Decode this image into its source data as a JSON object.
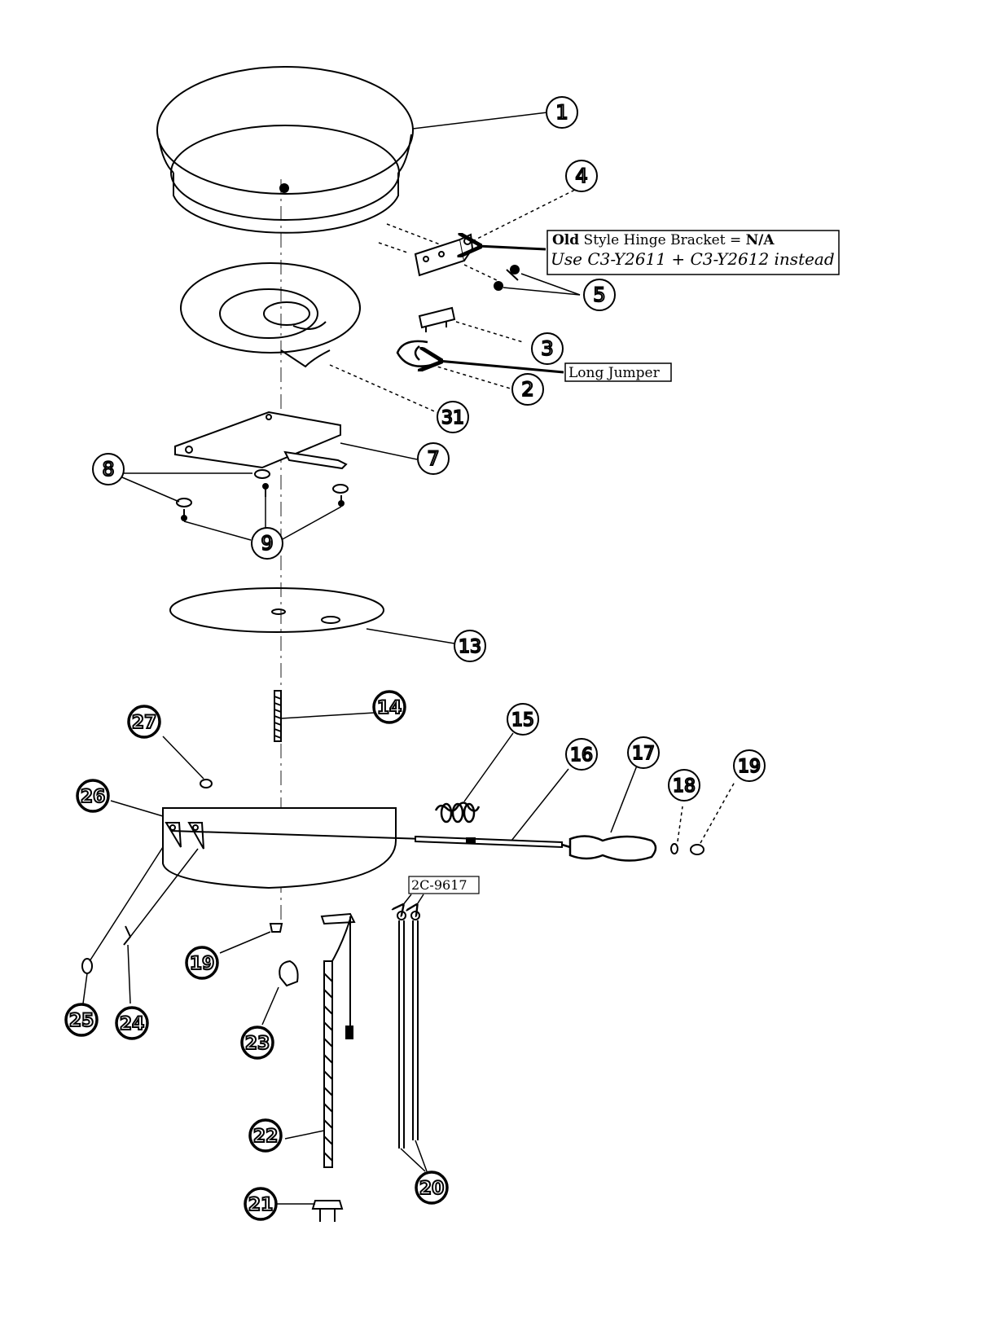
{
  "callouts": [
    {
      "id": "p1",
      "label": "1"
    },
    {
      "id": "p4",
      "label": "4"
    },
    {
      "id": "p5",
      "label": "5"
    },
    {
      "id": "p3",
      "label": "3"
    },
    {
      "id": "p2",
      "label": "2"
    },
    {
      "id": "p31",
      "label": "31"
    },
    {
      "id": "p7",
      "label": "7"
    },
    {
      "id": "p8",
      "label": "8"
    },
    {
      "id": "p9",
      "label": "9"
    },
    {
      "id": "p13",
      "label": "13"
    },
    {
      "id": "p14",
      "label": "14"
    },
    {
      "id": "p27",
      "label": "27"
    },
    {
      "id": "p26",
      "label": "26"
    },
    {
      "id": "p15",
      "label": "15"
    },
    {
      "id": "p16",
      "label": "16"
    },
    {
      "id": "p17",
      "label": "17"
    },
    {
      "id": "p18",
      "label": "18"
    },
    {
      "id": "p19a",
      "label": "19"
    },
    {
      "id": "p19b",
      "label": "19"
    },
    {
      "id": "p23",
      "label": "23"
    },
    {
      "id": "p25",
      "label": "25"
    },
    {
      "id": "p24",
      "label": "24"
    },
    {
      "id": "p22",
      "label": "22"
    },
    {
      "id": "p20",
      "label": "20"
    },
    {
      "id": "p21",
      "label": "21"
    }
  ],
  "notes": {
    "hinge": {
      "bold_word": "Old",
      "text": " Style Hinge Bracket = ",
      "status": "N/A",
      "replacement": "Use C3-Y2611 + C3-Y2612 instead"
    },
    "jumper": "Long Jumper",
    "element_part": "2C-9617"
  }
}
